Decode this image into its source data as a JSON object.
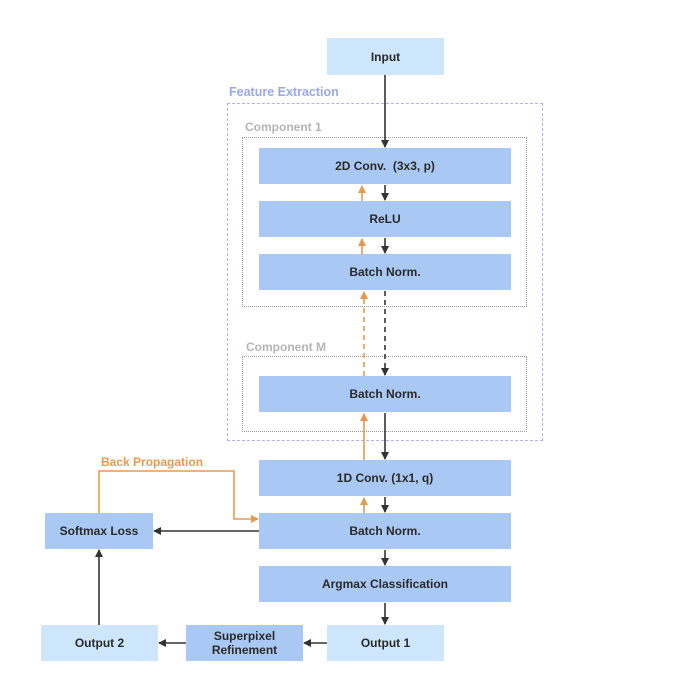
{
  "nodes": {
    "input": "Input",
    "conv2d": "2D Conv.  (3x3, p)",
    "relu": "ReLU",
    "bn1": "Batch Norm.",
    "bnM": "Batch Norm.",
    "conv1d": "1D Conv. (1x1, q)",
    "bn_final": "Batch Norm.",
    "argmax": "Argmax Classification",
    "output1": "Output 1",
    "superpixel": "Superpixel Refinement",
    "output2": "Output 2",
    "softmax": "Softmax Loss"
  },
  "groups": {
    "feature_extraction": "Feature Extraction",
    "component_1": "Component 1",
    "component_m": "Component M"
  },
  "annotations": {
    "back_propagation": "Back Propagation"
  },
  "colors": {
    "block_dark": "#a9c8f4",
    "block_light": "#cde6fb",
    "arrow_forward": "#333333",
    "arrow_backward": "#e59a4b",
    "frame_feature": "#a8b6e8",
    "frame_component": "#9a9a9a"
  }
}
